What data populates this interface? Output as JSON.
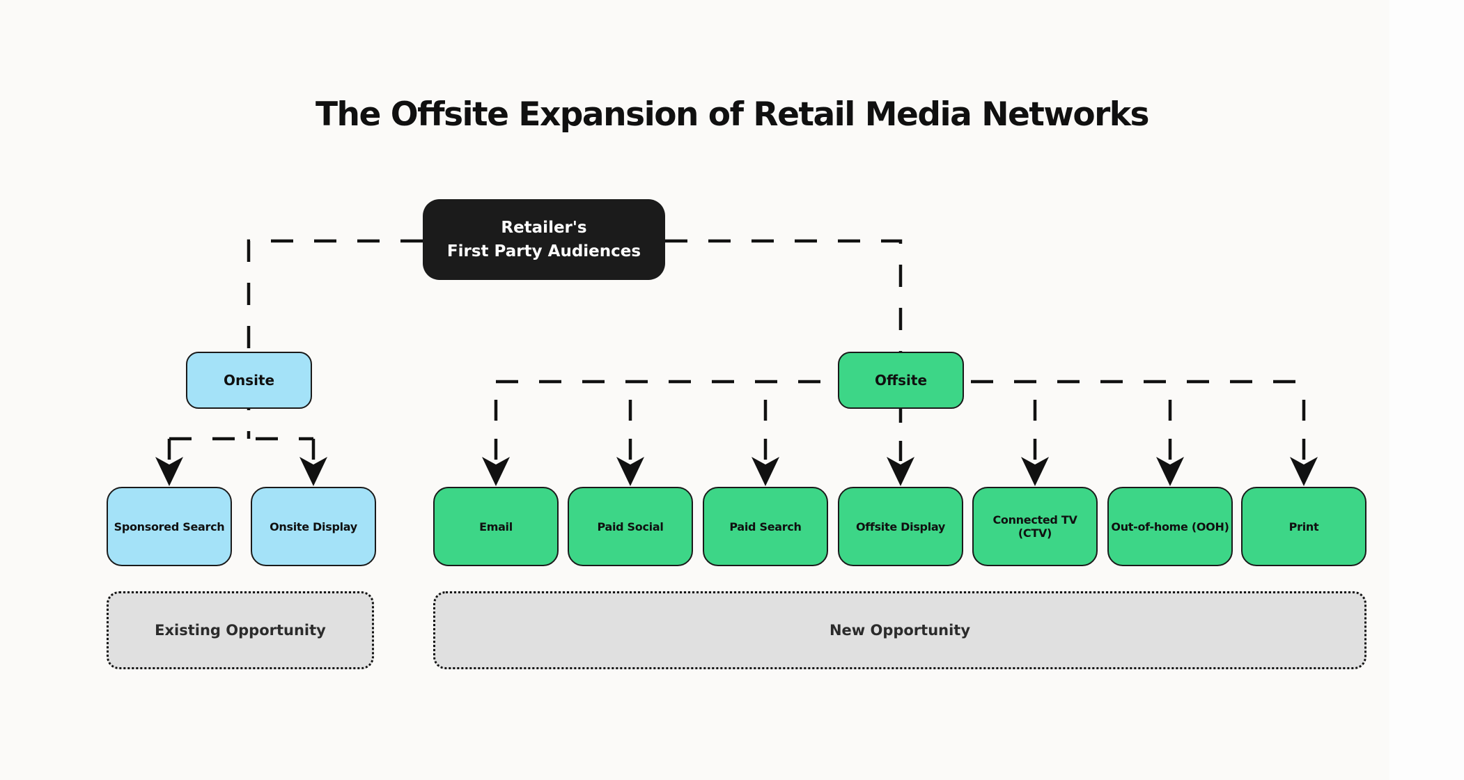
{
  "title": "The Offsite Expansion of Retail Media Networks",
  "root": {
    "line1": "Retailer's",
    "line2": "First Party Audiences"
  },
  "onsite": {
    "label": "Onsite",
    "children": [
      "Sponsored Search",
      "Onsite Display"
    ]
  },
  "offsite": {
    "label": "Offsite",
    "children": [
      "Email",
      "Paid Social",
      "Paid Search",
      "Offsite Display",
      "Connected TV (CTV)",
      "Out-of-home (OOH)",
      "Print"
    ]
  },
  "groups": {
    "existing": "Existing Opportunity",
    "new": "New Opportunity"
  },
  "colors": {
    "bg": "#fbfaf8",
    "line": "#111111",
    "text": "#101010",
    "root_bg": "#1b1b1b",
    "root_text": "#ffffff",
    "onsite_bg": "#a4e2f8",
    "offsite_bg": "#3dd687",
    "node_border": "#1a1a1a",
    "group_bg": "#e0e0e0",
    "group_text": "#2b2b2b"
  }
}
